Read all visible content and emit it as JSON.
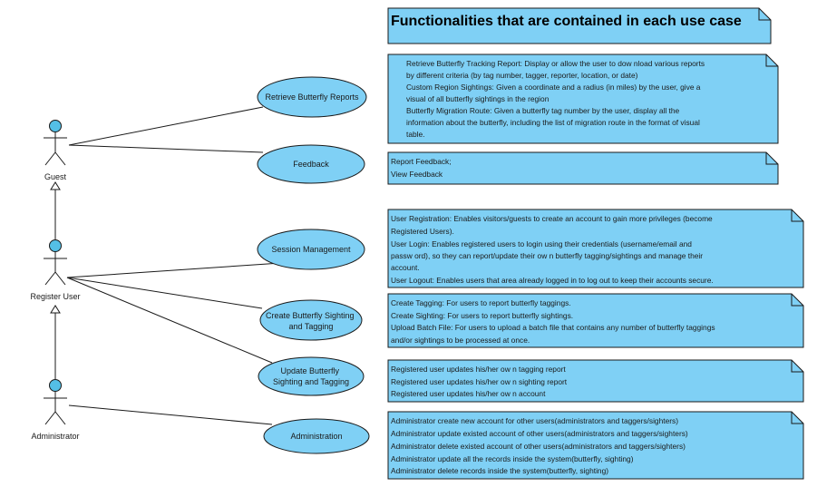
{
  "title": "Functionalities that are contained in each use case",
  "actors": {
    "guest": "Guest",
    "register_user": "Register User",
    "administrator": "Administrator"
  },
  "use_cases": {
    "retrieve": [
      "Retrieve Butterfly Reports"
    ],
    "feedback": [
      "Feedback"
    ],
    "session": [
      "Session Management"
    ],
    "create": [
      "Create Butterfly Sighting",
      "and Tagging"
    ],
    "update": [
      "Update Butterfly",
      "Sighting and Tagging"
    ],
    "admin": [
      "Administration"
    ]
  },
  "notes": {
    "retrieve": [
      "Retrieve Butterfly Tracking Report: Display or allow  the user to dow nload various reports",
      "by different criteria (by tag number, tagger, reporter, location, or date)",
      "Custom Region Sightings: Given a coordinate and a radius (in miles) by the user, give a",
      "visual of all butterfly sightings in the region",
      "Butterfly Migration Route: Given a butterfly tag number by the user, display all the",
      "information about the butterfly, including the list of migration route in the format of visual",
      "table."
    ],
    "feedback": [
      "Report Feedback;",
      "View  Feedback"
    ],
    "session": [
      "User Registration: Enables visitors/guests to create an account to gain more privileges (become",
      "Registered Users).",
      "User Login: Enables registered users to login using their credentials (username/email and",
      "passw ord), so they can report/update their ow n butterfly tagging/sightings and manage their",
      "account.",
      "User Logout: Enables users that area already logged in to log out to keep their accounts secure."
    ],
    "create": [
      "Create Tagging: For users to report butterfly taggings.",
      "Create Sighting: For users to report butterfly sightings.",
      "Upload Batch File: For users to upload a batch file that contains any number of butterfly taggings",
      "and/or sightings to be processed at once."
    ],
    "update": [
      "Registered user updates his/her ow n tagging report",
      "Registered user updates his/her ow n sighting report",
      "Registered user updates his/her ow n account"
    ],
    "admin": [
      "Administrator create new  account for other users(administrators and taggers/sighters)",
      "Administrator update existed account of other users(administrators and taggers/sighters)",
      "Administrator delete existed account of other users(administrators and taggers/sighters)",
      "Administrator update all the records inside the system(butterfly, sighting)",
      "Administrator delete records inside the system(butterfly, sighting)"
    ]
  },
  "colors": {
    "fill": "#7fd0f5",
    "stroke": "#1a1a1a",
    "actor_head": "#54bfe6"
  }
}
